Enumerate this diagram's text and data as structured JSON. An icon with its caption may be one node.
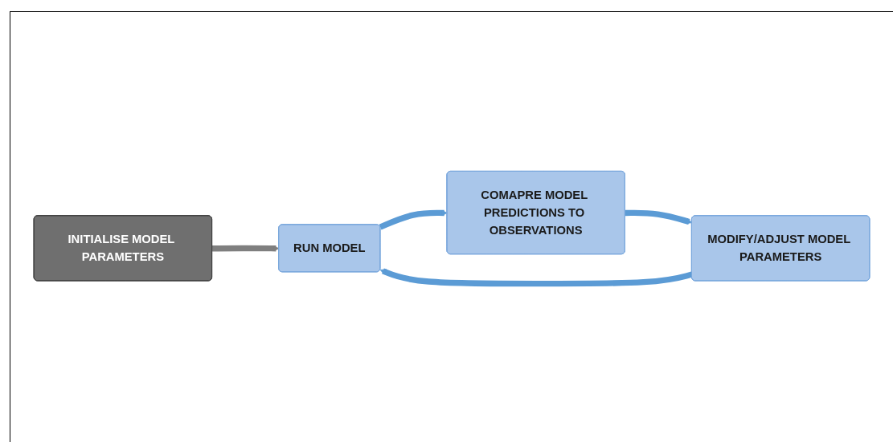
{
  "diagram": {
    "nodes": [
      {
        "text": [
          "INITIALISE MODEL PARAMETERS"
        ]
      },
      {
        "text": [
          "RUN MODEL"
        ]
      },
      {
        "text": [
          "COMAPRE MODEL PREDICTIONS TO OBSERVATIONS"
        ]
      },
      {
        "text": [
          "MODIFY/ADJUST MODEL PARAMETERS"
        ]
      }
    ],
    "edges": [
      {
        "from": 0,
        "to": 1,
        "arrow": "to",
        "color": "#7f7f7f"
      },
      {
        "from": 1,
        "to": 2,
        "arrow": "to"
      },
      {
        "from": 2,
        "to": 3,
        "arrow": "to"
      },
      {
        "from": 3,
        "to": 1,
        "arrow": "to"
      }
    ]
  }
}
